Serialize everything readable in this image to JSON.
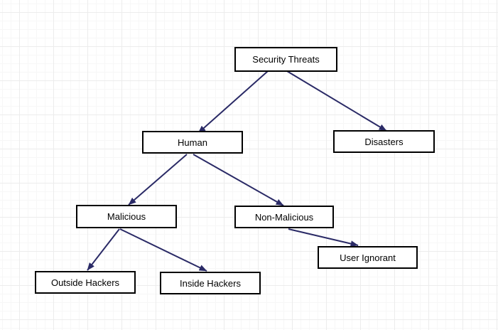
{
  "canvas": {
    "background": "#ffffff",
    "grid_minor_color": "#f7f7f7",
    "grid_major_color": "#ececec"
  },
  "diagram": {
    "type": "tree-flowchart",
    "root": "Security Threats",
    "colors": {
      "node_fill": "#ffffff",
      "node_border": "#000000",
      "node_text": "#000000",
      "arrow": "#2a2a66"
    },
    "nodes": [
      {
        "id": "security-threats",
        "label": "Security Threats"
      },
      {
        "id": "human",
        "label": "Human"
      },
      {
        "id": "disasters",
        "label": "Disasters"
      },
      {
        "id": "malicious",
        "label": "Malicious"
      },
      {
        "id": "non-malicious",
        "label": "Non-Malicious"
      },
      {
        "id": "user-ignorant",
        "label": "User Ignorant"
      },
      {
        "id": "outside-hackers",
        "label": "Outside Hackers"
      },
      {
        "id": "inside-hackers",
        "label": "Inside Hackers"
      }
    ],
    "edges": [
      {
        "from": "Security Threats",
        "to": "Human"
      },
      {
        "from": "Security Threats",
        "to": "Disasters"
      },
      {
        "from": "Human",
        "to": "Malicious"
      },
      {
        "from": "Human",
        "to": "Non-Malicious"
      },
      {
        "from": "Malicious",
        "to": "Outside Hackers"
      },
      {
        "from": "Malicious",
        "to": "Inside Hackers"
      },
      {
        "from": "Non-Malicious",
        "to": "User Ignorant"
      }
    ]
  }
}
